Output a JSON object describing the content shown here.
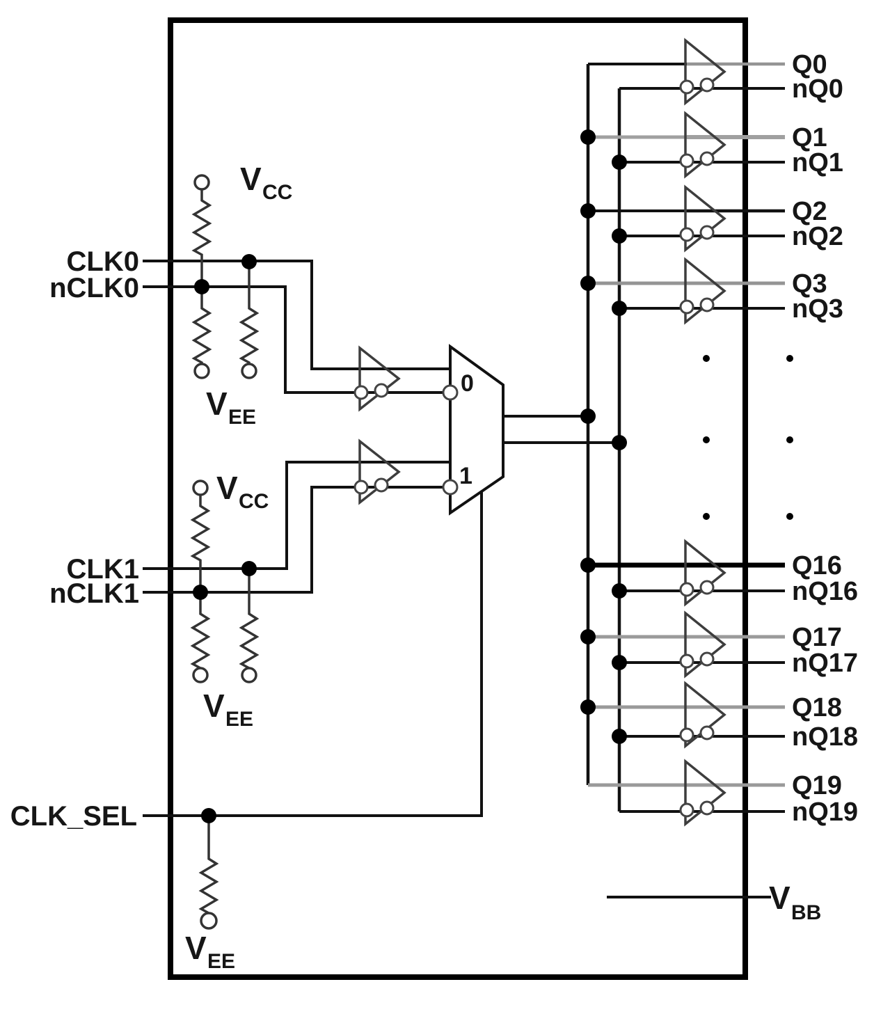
{
  "inputs": {
    "clk0": "CLK0",
    "nclk0": "nCLK0",
    "clk1": "CLK1",
    "nclk1": "nCLK1",
    "clk_sel": "CLK_SEL"
  },
  "power": {
    "vcc": {
      "v": "V",
      "sub": "CC"
    },
    "vee": {
      "v": "V",
      "sub": "EE"
    },
    "vbb": {
      "v": "V",
      "sub": "BB"
    }
  },
  "mux": {
    "input0": "0",
    "input1": "1"
  },
  "outputs": [
    {
      "q": "Q0",
      "nq": "nQ0"
    },
    {
      "q": "Q1",
      "nq": "nQ1"
    },
    {
      "q": "Q2",
      "nq": "nQ2"
    },
    {
      "q": "Q3",
      "nq": "nQ3"
    },
    {
      "q": "Q16",
      "nq": "nQ16"
    },
    {
      "q": "Q17",
      "nq": "nQ17"
    },
    {
      "q": "Q18",
      "nq": "nQ18"
    },
    {
      "q": "Q19",
      "nq": "nQ19"
    }
  ],
  "colors": {
    "wire_black": "#111111",
    "wire_gray": "#999999",
    "chip_border": "#000000"
  }
}
